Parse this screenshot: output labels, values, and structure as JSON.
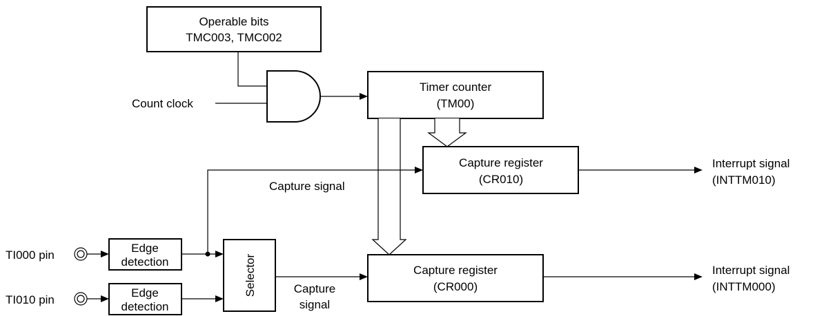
{
  "operable_bits": {
    "line1": "Operable bits",
    "line2": "TMC003, TMC002"
  },
  "count_clock": "Count clock",
  "timer_counter": {
    "line1": "Timer counter",
    "line2": "(TM00)"
  },
  "capture_register_cr010": {
    "line1": "Capture register",
    "line2": "(CR010)"
  },
  "capture_register_cr000": {
    "line1": "Capture register",
    "line2": "(CR000)"
  },
  "interrupt_intt010": {
    "line1": "Interrupt signal",
    "line2": "(INTTM010)"
  },
  "interrupt_intt000": {
    "line1": "Interrupt signal",
    "line2": "(INTTM000)"
  },
  "capture_signal_upper": "Capture signal",
  "capture_signal_lower": {
    "line1": "Capture",
    "line2": "signal"
  },
  "edge_detection_1": {
    "line1": "Edge",
    "line2": "detection"
  },
  "edge_detection_2": {
    "line1": "Edge",
    "line2": "detection"
  },
  "selector": "Selector",
  "pin_ti000": "TI000 pin",
  "pin_ti010": "TI010 pin"
}
